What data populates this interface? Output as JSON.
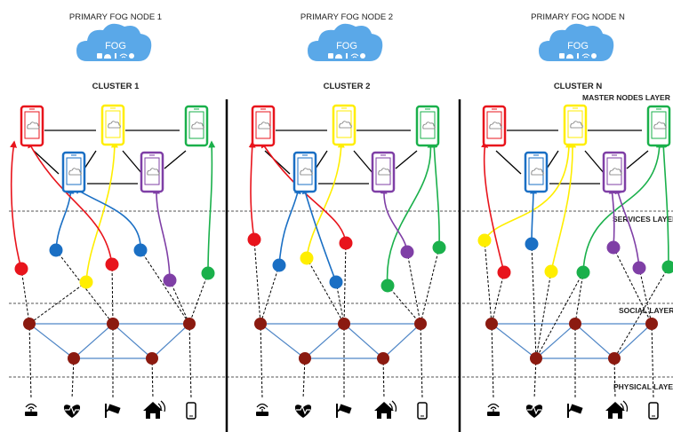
{
  "clusters": [
    {
      "fog_label": "PRIMARY FOG NODE 1",
      "cloud_text": "FOG",
      "cluster_label": "CLUSTER 1"
    },
    {
      "fog_label": "PRIMARY FOG NODE 2",
      "cloud_text": "FOG",
      "cluster_label": "CLUSTER 2"
    },
    {
      "fog_label": "PRIMARY FOG NODE N",
      "cloud_text": "FOG",
      "cluster_label": "CLUSTER N"
    }
  ],
  "layers": {
    "master": "MASTER NODES LAYER",
    "services": "SERVICES LAYER",
    "social": "SOCIAL LAYER",
    "physical": "PHYSICAL LAYER"
  },
  "colors": {
    "red": "#e8141c",
    "yellow": "#ffee00",
    "green": "#1ab04b",
    "blue": "#1a6fc4",
    "purple": "#7f3fa6",
    "social_node": "#8b1a10",
    "cloud": "#5aa8e8",
    "social_edge": "#4f86c6"
  },
  "device_icons": [
    "router-icon",
    "heart-rate-icon",
    "camera-icon",
    "smart-home-icon",
    "smartphone-icon"
  ]
}
